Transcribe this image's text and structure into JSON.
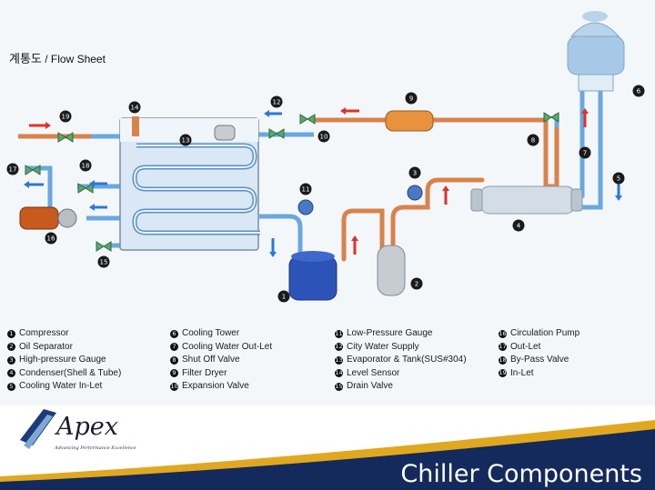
{
  "title": {
    "korean": "계통도",
    "separator": " / ",
    "english": "Flow Sheet"
  },
  "callouts": [
    "1",
    "2",
    "3",
    "4",
    "5",
    "6",
    "7",
    "8",
    "9",
    "10",
    "11",
    "12",
    "13",
    "14",
    "15",
    "16",
    "17",
    "18",
    "19"
  ],
  "legend": {
    "col1": [
      {
        "num": "1",
        "label": "Compressor"
      },
      {
        "num": "2",
        "label": "Oil Separator"
      },
      {
        "num": "3",
        "label": "High-pressure Gauge"
      },
      {
        "num": "4",
        "label": "Condenser(Shell & Tube)"
      },
      {
        "num": "5",
        "label": "Cooling Water In-Let"
      }
    ],
    "col2": [
      {
        "num": "6",
        "label": "Cooling Tower"
      },
      {
        "num": "7",
        "label": "Cooling Water Out-Let"
      },
      {
        "num": "8",
        "label": "Shut Off Valve"
      },
      {
        "num": "9",
        "label": "Filter Dryer"
      },
      {
        "num": "10",
        "label": "Expansion Valve"
      }
    ],
    "col3": [
      {
        "num": "11",
        "label": "Low-Pressure Gauge"
      },
      {
        "num": "12",
        "label": "City Water Supply"
      },
      {
        "num": "13",
        "label": "Evaporator & Tank(SUS#304)"
      },
      {
        "num": "14",
        "label": "Level Sensor"
      },
      {
        "num": "15",
        "label": "Drain Valve"
      }
    ],
    "col4": [
      {
        "num": "16",
        "label": "Circulation Pump"
      },
      {
        "num": "17",
        "label": "Out-Let"
      },
      {
        "num": "18",
        "label": "By-Pass Valve"
      },
      {
        "num": "19",
        "label": "In-Let"
      }
    ]
  },
  "logo": {
    "name": "Apex",
    "tagline": "Advancing Performance Excellence"
  },
  "footer": {
    "title": "Chiller Components"
  },
  "colors": {
    "refrigerant": "#d9824a",
    "water": "#6aa8e0",
    "arrow_red": "#e0302a",
    "arrow_blue": "#2a78d8",
    "footer_navy": "#142a5c",
    "footer_gold": "#e0a820"
  }
}
